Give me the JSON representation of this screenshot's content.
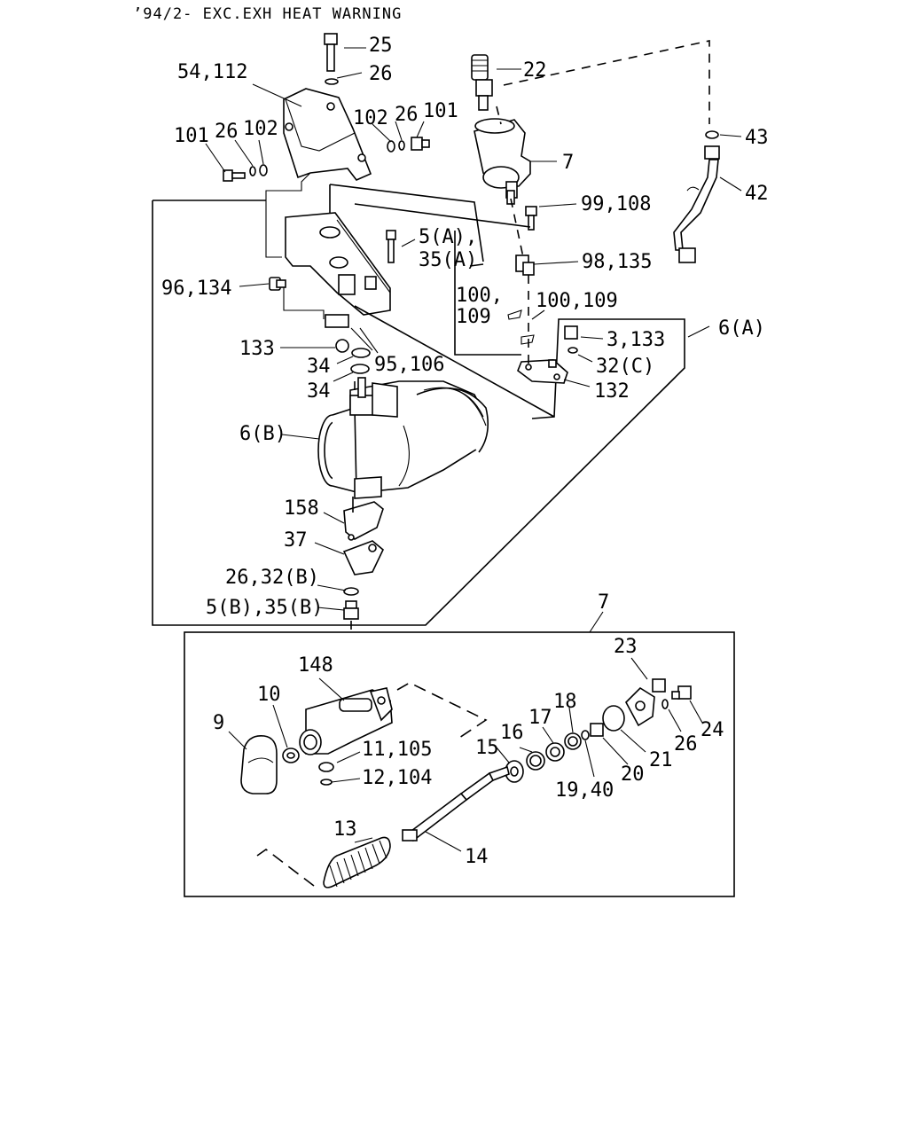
{
  "header": "’94/2- EXC.EXH HEAT WARNING",
  "labels": {
    "p25": "25",
    "p26_top": "26",
    "p54_112": "54,112",
    "p22": "22",
    "p43": "43",
    "p7_upper": "7",
    "p42": "42",
    "p101_left": "101",
    "p26_left": "26",
    "p102_left": "102",
    "p102_right": "102",
    "p26_right": "26",
    "p101_right": "101",
    "p99_108": "99,108",
    "p5a": "5(A),",
    "p35a": "35(A)",
    "p98_135": "98,135",
    "p96_134": "96,134",
    "p100": "100,",
    "p109": "109",
    "p100_109": "100,109",
    "p3_133": "3,133",
    "p6a": "6(A)",
    "p133": "133",
    "p32c": "32(C)",
    "p34a": "34",
    "p95_106": "95,106",
    "p132": "132",
    "p34b": "34",
    "p6b": "6(B)",
    "p158": "158",
    "p37": "37",
    "p26_32b": "26,32(B)",
    "p5b_35b": "5(B),35(B)",
    "p7_box": "7",
    "p148": "148",
    "p23": "23",
    "p10": "10",
    "p9": "9",
    "p18": "18",
    "p17": "17",
    "p16": "16",
    "p15": "15",
    "p11_105": "11,105",
    "p12_104": "12,104",
    "p24": "24",
    "p26_box": "26",
    "p21": "21",
    "p20": "20",
    "p19_40": "19,40",
    "p13": "13",
    "p14": "14"
  }
}
